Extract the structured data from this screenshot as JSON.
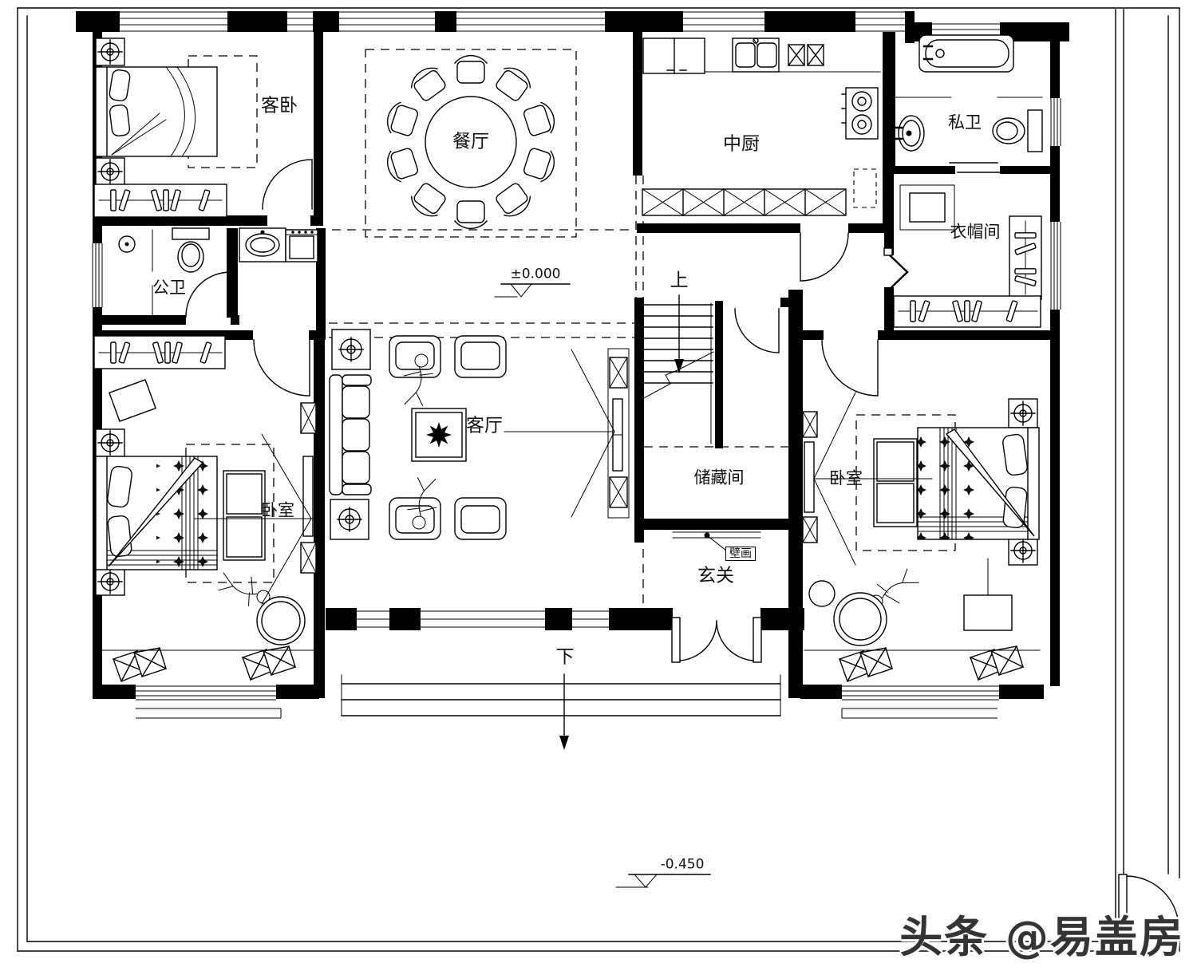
{
  "drawing": {
    "rooms": {
      "guest_bedroom": "客卧",
      "dining_room": "餐厅",
      "kitchen": "中厨",
      "private_bath": "私卫",
      "cloakroom": "衣帽间",
      "public_bath": "公卫",
      "living_room": "客厅",
      "storage_room": "储藏间",
      "bedroom_left": "卧室",
      "bedroom_right": "卧室",
      "foyer": "玄关"
    },
    "annotations": {
      "up": "上",
      "down": "下",
      "mural": "壁画",
      "level_zero": "±0.000",
      "level_minus": "-0.450"
    },
    "watermark": "头条 @易盖房"
  }
}
